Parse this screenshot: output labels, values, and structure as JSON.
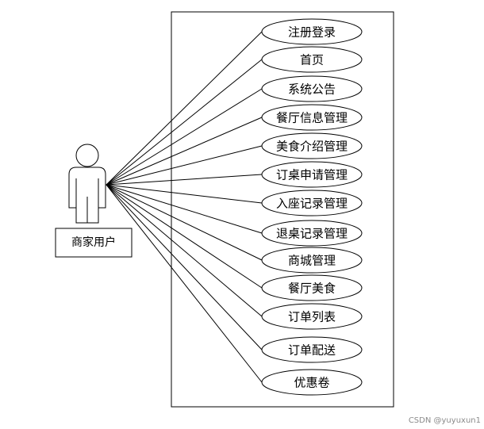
{
  "actor": {
    "name": "商家用户"
  },
  "use_cases": [
    "注册登录",
    "首页",
    "系统公告",
    "餐厅信息管理",
    "美食介绍管理",
    "订桌申请管理",
    "入座记录管理",
    "退桌记录管理",
    "商城管理",
    "餐厅美食",
    "订单列表",
    "订单配送",
    "优惠卷"
  ],
  "watermark": "CSDN @yuyuxun1",
  "colors": {
    "stroke": "#000000",
    "background": "#ffffff",
    "watermark": "#8a8a8a"
  }
}
